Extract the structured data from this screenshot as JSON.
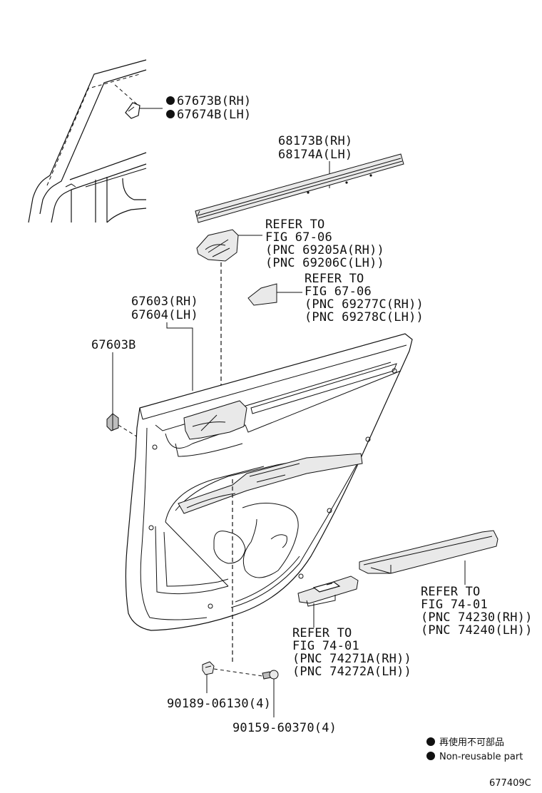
{
  "callouts": {
    "clip_rh": "67673B(RH)",
    "clip_lh": "67674B(LH)",
    "weatherstrip_rh": "68173B(RH)",
    "weatherstrip_lh": "68174A(LH)",
    "handle_ref": [
      "REFER TO",
      "FIG 67-06",
      "(PNC 69205A(RH))",
      "(PNC 69206C(LH))"
    ],
    "cover_ref": [
      "REFER TO",
      "FIG 67-06",
      "(PNC 69277C(RH))",
      "(PNC 69278C(LH))"
    ],
    "trim_rh": "67603(RH)",
    "trim_lh": "67604(LH)",
    "trim_clip": "67603B",
    "armrest_ref": [
      "REFER TO",
      "FIG 74-01",
      "(PNC 74230(RH))",
      "(PNC 74240(LH))"
    ],
    "switch_ref": [
      "REFER TO",
      "FIG 74-01",
      "(PNC 74271A(RH))",
      "(PNC 74272A(LH))"
    ],
    "screw_a": "90189-06130(4)",
    "screw_b": "90159-60370(4)"
  },
  "legend": {
    "jp": "再使用不可部品",
    "en": "Non-reusable part"
  },
  "figure_id": "677409C"
}
